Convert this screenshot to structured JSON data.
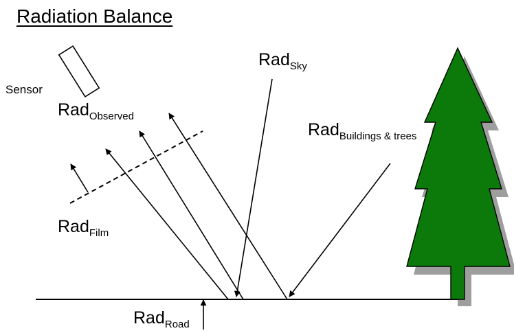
{
  "title": "Radiation Balance",
  "sensor_label": "Sensor",
  "radiation_terms": {
    "observed": {
      "base": "Rad",
      "sub": "Observed"
    },
    "sky": {
      "base": "Rad",
      "sub": "Sky"
    },
    "buildings_trees": {
      "base": "Rad",
      "sub": "Buildings & trees"
    },
    "film": {
      "base": "Rad",
      "sub": "Film"
    },
    "road": {
      "base": "Rad",
      "sub": "Road"
    }
  },
  "colors": {
    "tree": "#0b7a0b",
    "tree_shadow": "#9e9e9e",
    "line": "#000000"
  }
}
